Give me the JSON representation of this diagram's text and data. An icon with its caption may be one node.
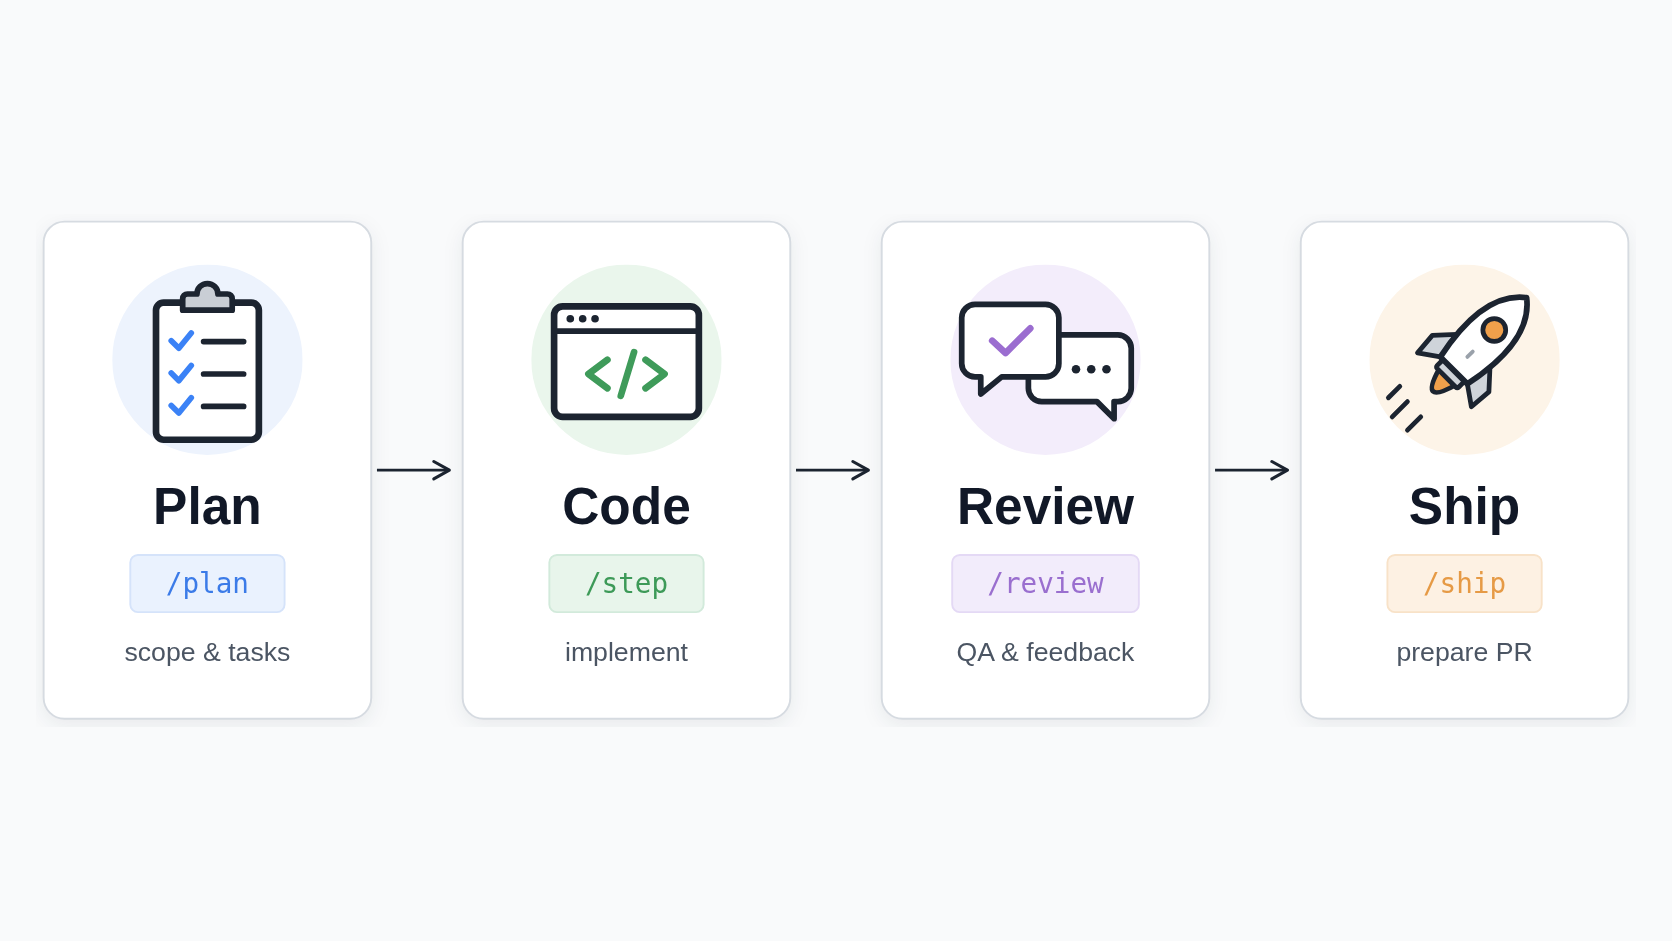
{
  "diagram": {
    "nodes": [
      {
        "text": [
          "Plan",
          "/plan",
          "scope & tasks"
        ]
      },
      {
        "text": [
          "Code",
          "/step",
          "implement"
        ]
      },
      {
        "text": [
          "Review",
          "/review",
          "QA & feedback"
        ]
      },
      {
        "text": [
          "Ship",
          "/ship",
          "prepare PR"
        ]
      }
    ],
    "edges": [
      {
        "from": 0,
        "to": 1,
        "arrow": "to"
      },
      {
        "from": 1,
        "to": 2,
        "arrow": "to"
      },
      {
        "from": 2,
        "to": 3,
        "arrow": "to"
      }
    ]
  }
}
